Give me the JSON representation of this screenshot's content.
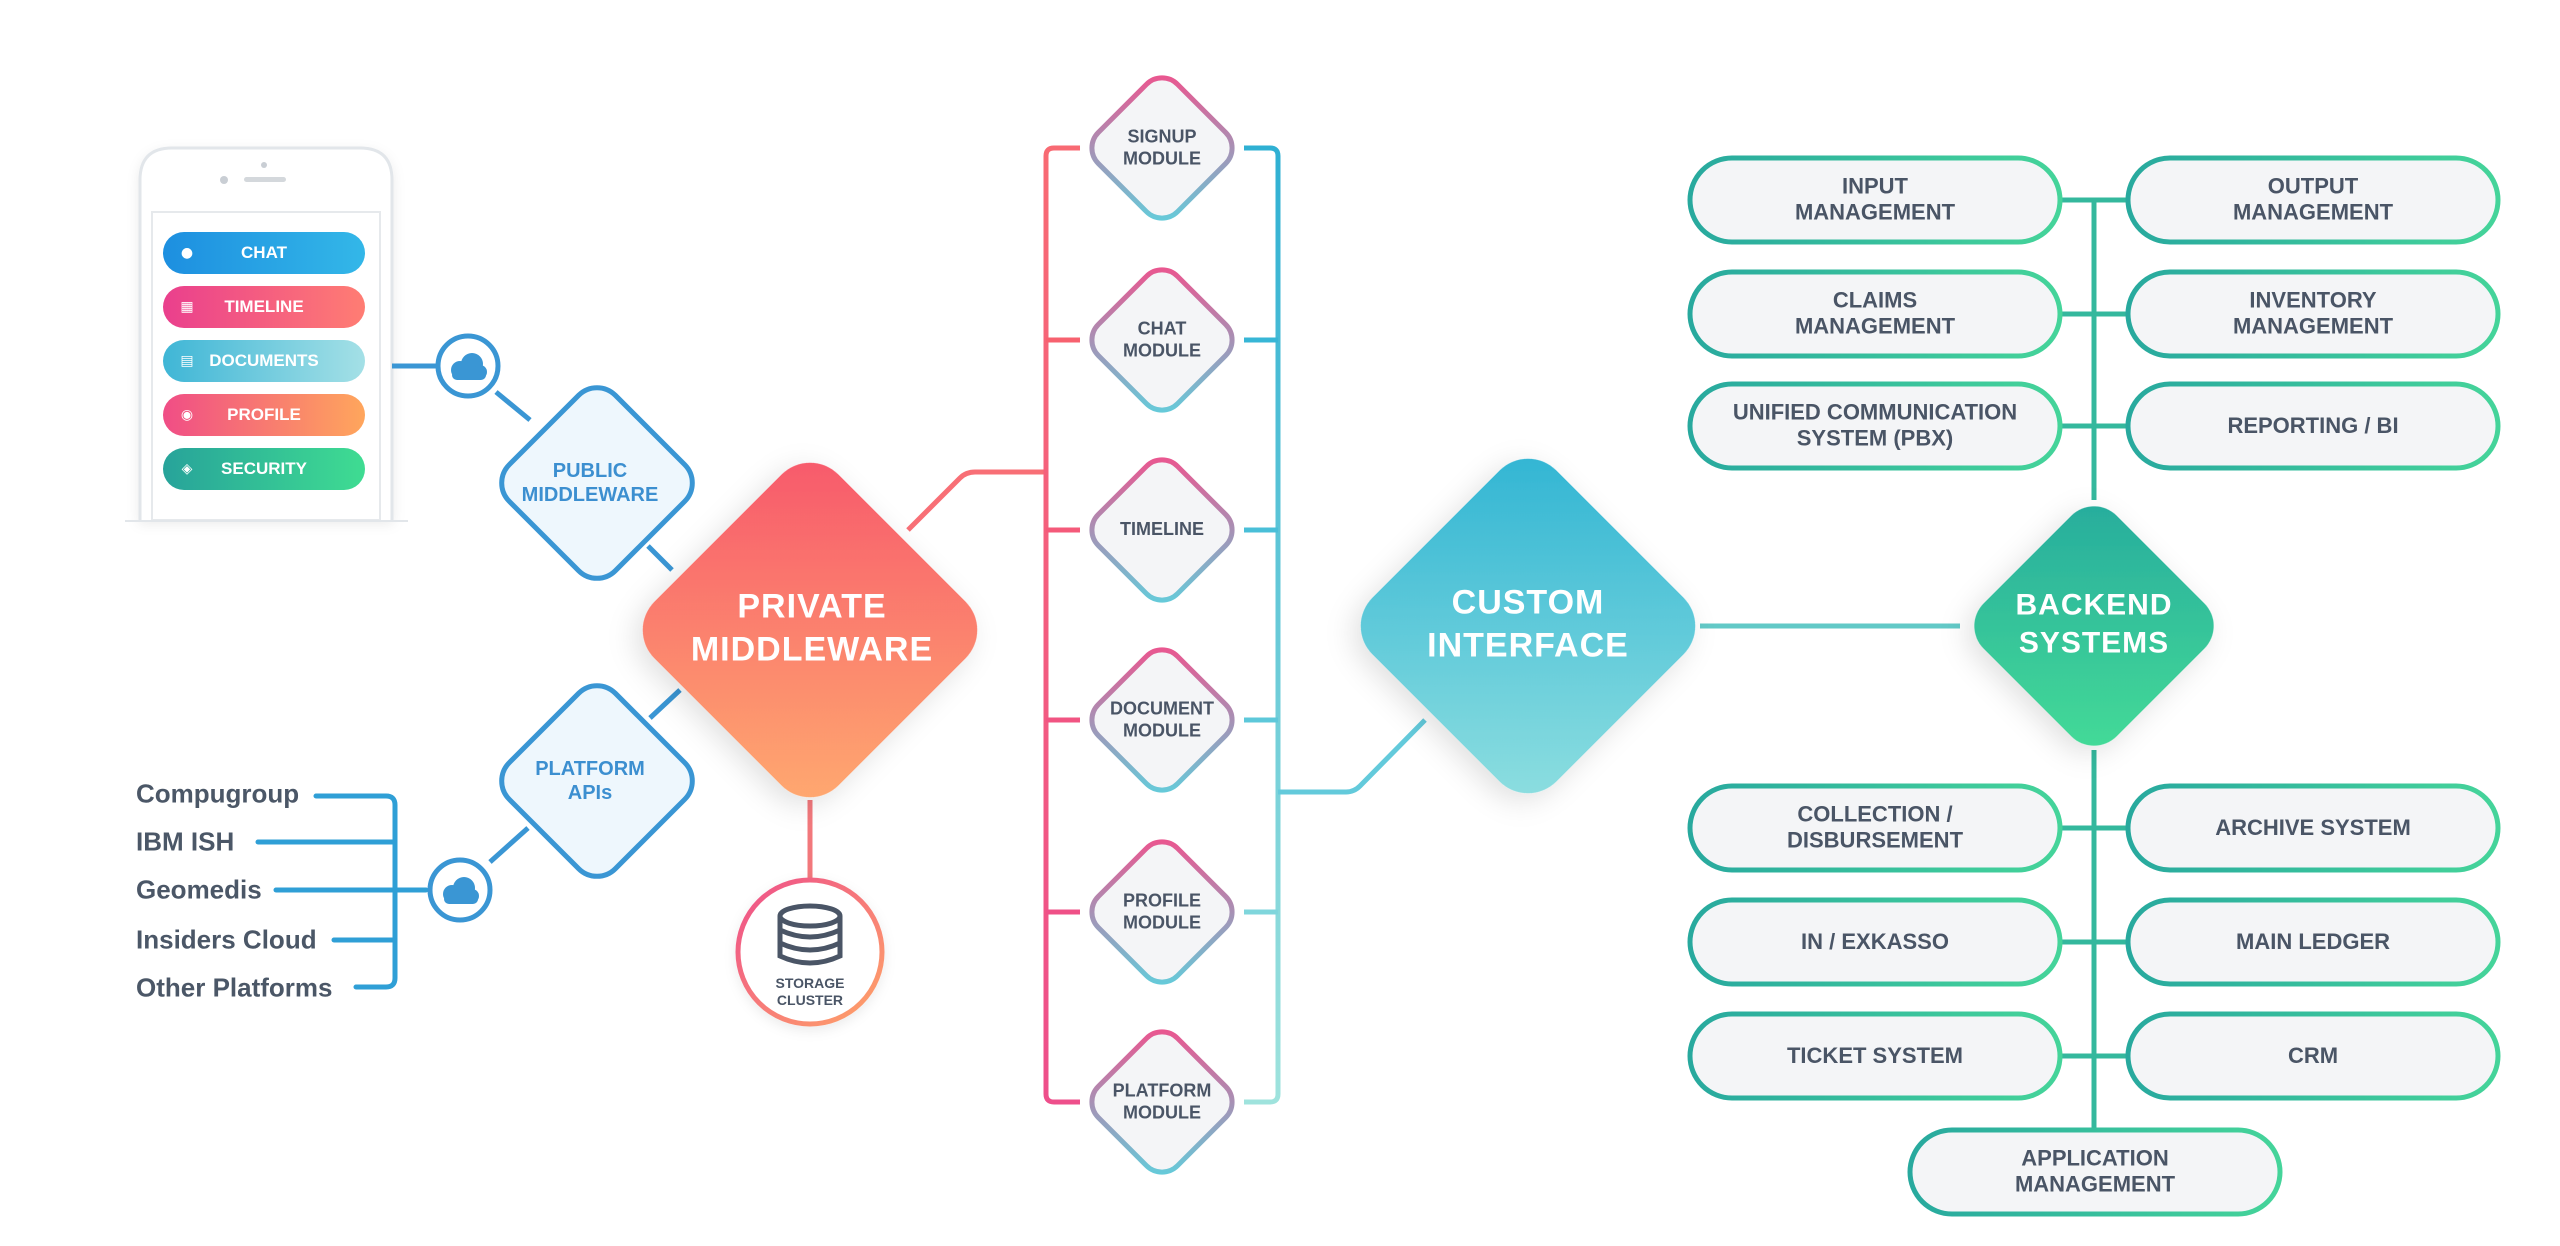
{
  "phone": {
    "buttons": [
      {
        "label": "CHAT",
        "icon": "chat-bubble-icon",
        "color_from": "#1d8fe0",
        "color_to": "#33b7e8"
      },
      {
        "label": "TIMELINE",
        "icon": "grid-icon",
        "color_from": "#ea3f8d",
        "color_to": "#ff7d73"
      },
      {
        "label": "DOCUMENTS",
        "icon": "document-icon",
        "color_from": "#3fb6d6",
        "color_to": "#a4e0e6"
      },
      {
        "label": "PROFILE",
        "icon": "user-icon",
        "color_from": "#f04d86",
        "color_to": "#ffa65c"
      },
      {
        "label": "SECURITY",
        "icon": "shield-icon",
        "color_from": "#27a39a",
        "color_to": "#3fdc92"
      }
    ]
  },
  "cloud_icons": [
    "cloud-icon",
    "cloud-icon"
  ],
  "middleware": {
    "public": "PUBLIC\nMIDDLEWARE",
    "platform_apis": "PLATFORM\nAPIs",
    "private": "PRIVATE\nMIDDLEWARE",
    "storage": "STORAGE\nCLUSTER"
  },
  "platforms": [
    "Compugroup",
    "IBM ISH",
    "Geomedis",
    "Insiders Cloud",
    "Other Platforms"
  ],
  "modules": [
    "SIGNUP\nMODULE",
    "CHAT\nMODULE",
    "TIMELINE",
    "DOCUMENT\nMODULE",
    "PROFILE\nMODULE",
    "PLATFORM\nMODULE"
  ],
  "custom_interface": "CUSTOM\nINTERFACE",
  "backend": {
    "title": "BACKEND\nSYSTEMS",
    "top_left": [
      "INPUT\nMANAGEMENT",
      "CLAIMS\nMANAGEMENT",
      "UNIFIED COMMUNICATION\nSYSTEM (PBX)"
    ],
    "top_right": [
      "OUTPUT\nMANAGEMENT",
      "INVENTORY\nMANAGEMENT",
      "REPORTING / BI"
    ],
    "bottom_left": [
      "COLLECTION /\nDISBURSEMENT",
      "IN / EXKASSO",
      "TICKET SYSTEM"
    ],
    "bottom_right": [
      "ARCHIVE SYSTEM",
      "MAIN LEDGER",
      "CRM"
    ],
    "bottom_center": "APPLICATION\nMANAGEMENT"
  },
  "colors": {
    "pink": "#ee4f8b",
    "orange": "#ff9a6a",
    "teal": "#3bbfcf",
    "green": "#3ec49a",
    "blue": "#3c8fd0",
    "text": "#4a5566"
  }
}
